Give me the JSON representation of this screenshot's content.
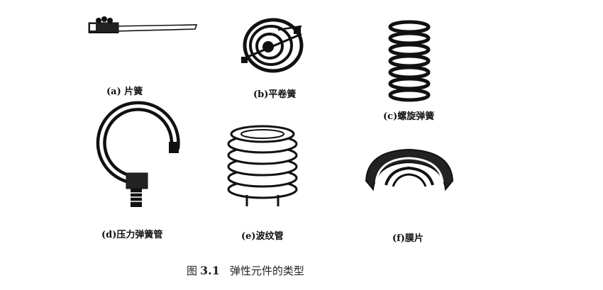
{
  "figures": [
    {
      "id": "a",
      "label": "(a) 片簧"
    },
    {
      "id": "b",
      "label": "(b)平卷簧"
    },
    {
      "id": "c",
      "label": "(c)螺旋弹簧"
    },
    {
      "id": "d",
      "label": "(d)压力弹簧管"
    },
    {
      "id": "e",
      "label": "(e)波纹管"
    },
    {
      "id": "f",
      "label": "(f)膜片"
    }
  ],
  "caption": {
    "prefix": "图",
    "number": "3.1",
    "title": "弹性元件的类型"
  }
}
